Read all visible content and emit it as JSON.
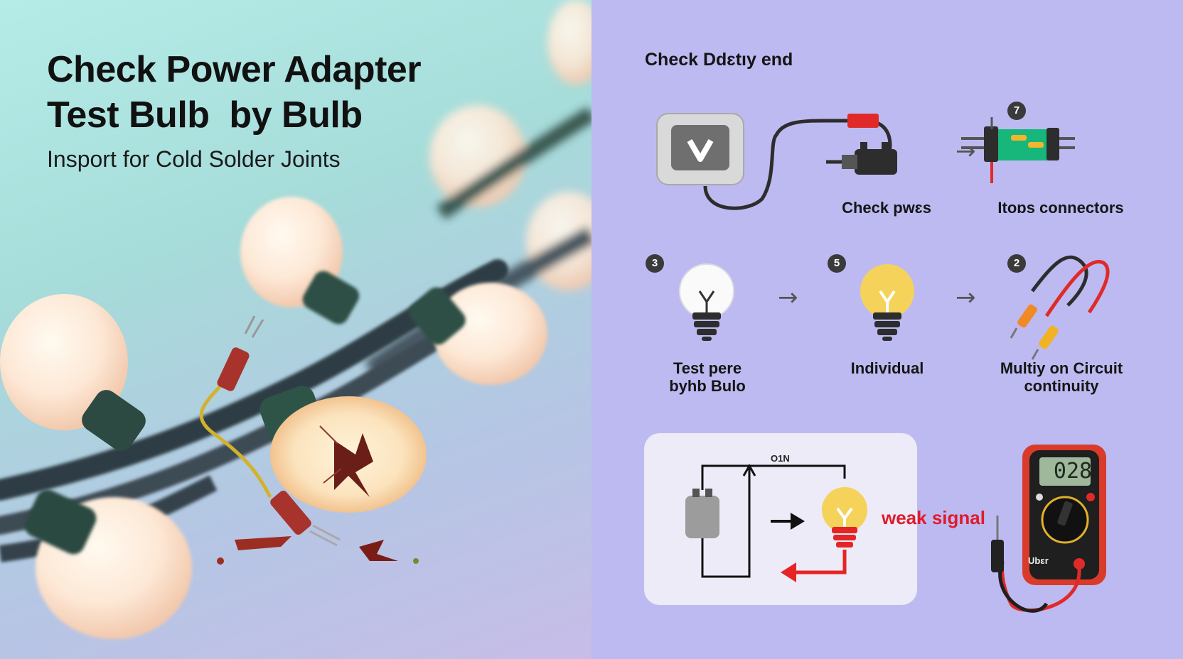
{
  "left": {
    "title_line1": "Check Power Adapter",
    "title_line2": "Test Bulb  by Bulb",
    "subtitle": "Insport for Cold Solder Joints"
  },
  "right": {
    "title": "Check Ddɛtıy end",
    "steps": [
      {
        "label": "Check pwɛs"
      },
      {
        "badge": "7",
        "label": "Itoɒs connectors"
      },
      {
        "badge": "3",
        "label_line1": "Test pеrе",
        "label_line2": "byhb Bulo"
      },
      {
        "badge": "5",
        "label": "Individual"
      },
      {
        "badge": "2",
        "label_line1": "Multiy on Circuit",
        "label_line2": "continuity"
      }
    ],
    "circuit": {
      "on_label": "O1N",
      "warning": "weak signal"
    },
    "meter": {
      "reading": "028",
      "brand": "Ubɛr"
    }
  },
  "colors": {
    "bg_right": "#bdbaf1",
    "accent_red": "#e01b2b",
    "bulb_yellow": "#f5d25a"
  },
  "icons": [
    "power-adapter-icon",
    "connector-icon",
    "bulb-white-icon",
    "bulb-yellow-icon",
    "probe-icon",
    "multimeter-icon"
  ]
}
